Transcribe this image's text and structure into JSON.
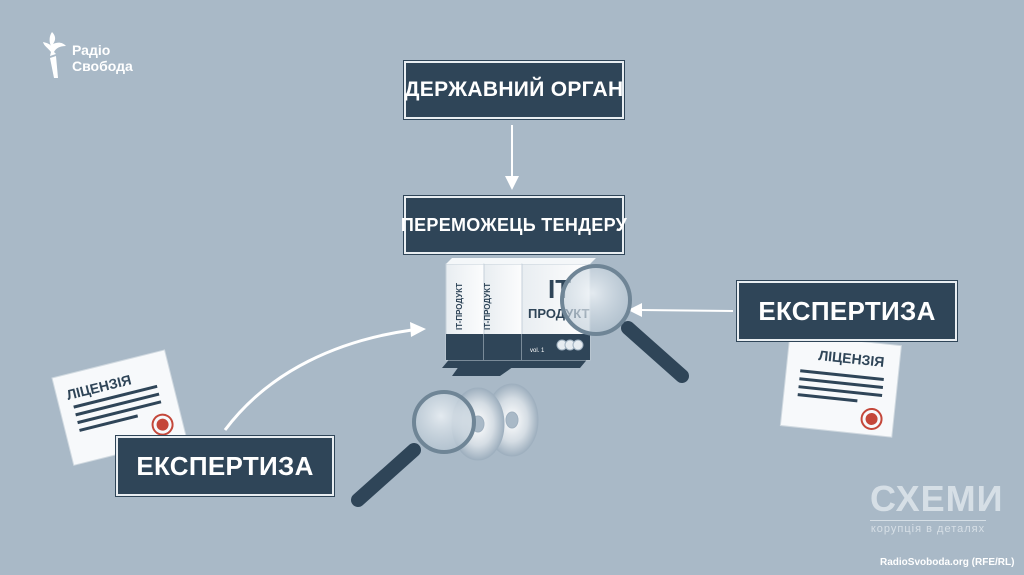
{
  "logo": {
    "line1": "Радіо",
    "line2": "Свобода"
  },
  "boxes": {
    "state_body": "ДЕРЖАВНИЙ ОРГАН",
    "tender_winner": "ПЕРЕМОЖЕЦЬ ТЕНДЕРУ",
    "expertise_right": "ЕКСПЕРТИЗА",
    "expertise_left": "ЕКСПЕРТИЗА"
  },
  "product": {
    "big_label_1": "IT",
    "big_label_2": "ПРОДУКТ",
    "side_label": "IT-ПРОДУКТ",
    "vol": "vol. 1"
  },
  "license": {
    "title": "ЛІЦЕНЗІЯ"
  },
  "brand": {
    "title": "СХЕМИ",
    "subtitle": "корупція в деталях"
  },
  "credit": "RadioSvoboda.org (RFE/RL)",
  "colors": {
    "background": "#a9b9c7",
    "box_fill": "#2f4558",
    "box_border": "#e9eef2",
    "accent_red": "#c4473a"
  }
}
